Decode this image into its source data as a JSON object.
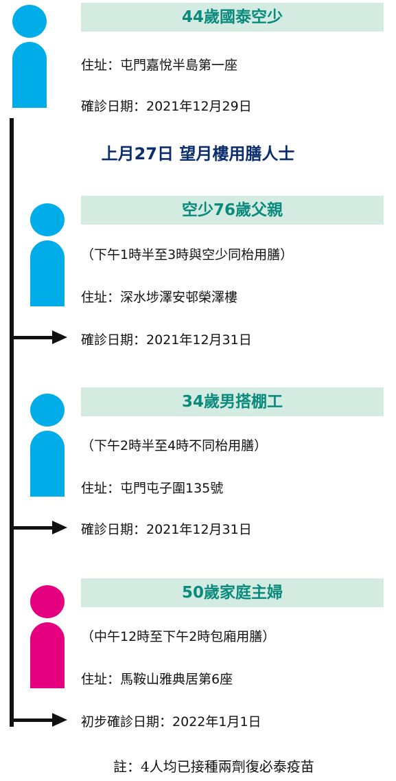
{
  "colors": {
    "blue": "#00ade9",
    "pink": "#e4007f",
    "header_bg": "#d4ebe1",
    "header_text": "#0a8a7c",
    "mid_heading": "#0b2d6b"
  },
  "case1": {
    "title": "44歲國泰空少",
    "address": "住址：屯門嘉悅半島第一座",
    "date": "確診日期：2021年12月29日"
  },
  "middle_heading": "上月27日 望月樓用膳人士",
  "case2": {
    "title": "空少76歲父親",
    "time": "（下午1時半至3時與空少同枱用膳）",
    "address": "住址：深水埗澤安邨榮澤樓",
    "date": "確診日期：2021年12月31日"
  },
  "case3": {
    "title": "34歲男搭棚工",
    "time": "（下午2時半至4時不同枱用膳）",
    "address": "住址：屯門屯子圍135號",
    "date": "確診日期：2021年12月31日"
  },
  "case4": {
    "title": "50歲家庭主婦",
    "time": "（中午12時至下午2時包廂用膳）",
    "address": "住址：馬鞍山雅典居第6座",
    "date": "初步確診日期：2022年1月1日"
  },
  "note": "註：4人均已接種兩劑復必泰疫苗"
}
